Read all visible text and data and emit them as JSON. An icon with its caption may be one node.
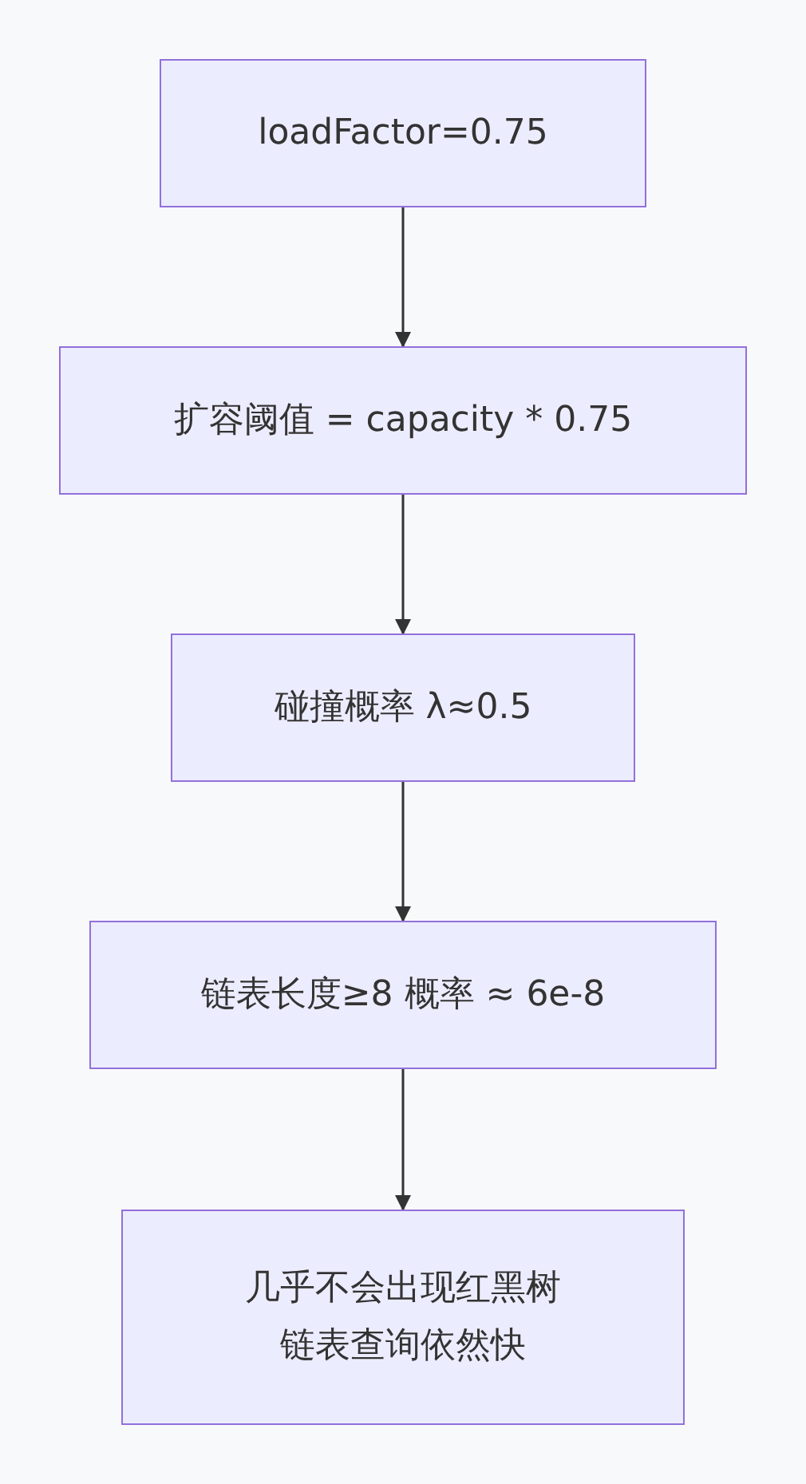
{
  "diagram": {
    "nodes": [
      {
        "text": [
          "loadFactor=0.75"
        ]
      },
      {
        "text": [
          "扩容阈值 = capacity * 0.75"
        ]
      },
      {
        "text": [
          "碰撞概率 λ≈0.5"
        ]
      },
      {
        "text": [
          "链表长度≥8 概率 ≈ 6e-8"
        ]
      },
      {
        "text": [
          "几乎不会出现红黑树",
          "链表查询依然快"
        ]
      }
    ],
    "edges": [
      {
        "from": 0,
        "to": 1,
        "arrow": "to"
      },
      {
        "from": 1,
        "to": 2,
        "arrow": "to"
      },
      {
        "from": 2,
        "to": 3,
        "arrow": "to"
      },
      {
        "from": 3,
        "to": 4,
        "arrow": "to"
      }
    ]
  }
}
